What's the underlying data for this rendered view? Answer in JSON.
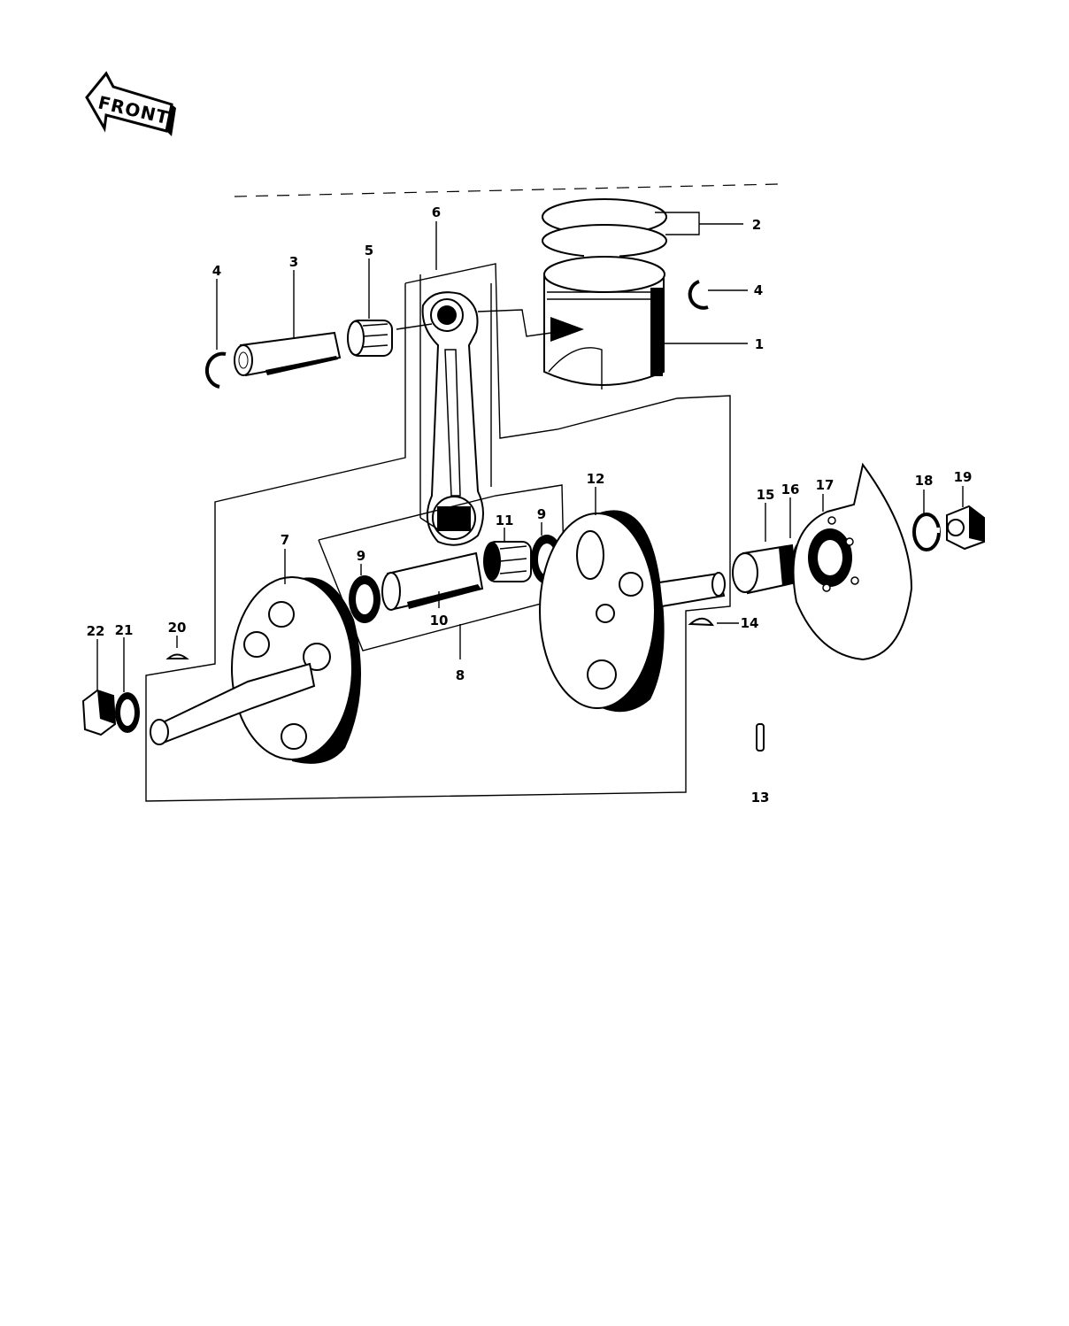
{
  "front_badge": {
    "text": "FRONT"
  },
  "parts": [
    {
      "id": "p1",
      "number": "1",
      "icon": "piston-icon"
    },
    {
      "id": "p2",
      "number": "2",
      "icon": "piston-ring-icon"
    },
    {
      "id": "p3",
      "number": "3",
      "icon": "piston-pin-icon"
    },
    {
      "id": "p4a",
      "number": "4",
      "icon": "snap-ring-icon"
    },
    {
      "id": "p4b",
      "number": "4",
      "icon": "snap-ring-icon"
    },
    {
      "id": "p5",
      "number": "5",
      "icon": "needle-bearing-icon"
    },
    {
      "id": "p6",
      "number": "6",
      "icon": "connecting-rod-icon"
    },
    {
      "id": "p7",
      "number": "7",
      "icon": "crank-flywheel-icon"
    },
    {
      "id": "p8",
      "number": "8",
      "icon": "crankshaft-assembly-icon"
    },
    {
      "id": "p9a",
      "number": "9",
      "icon": "thrust-washer-icon"
    },
    {
      "id": "p9b",
      "number": "9",
      "icon": "thrust-washer-icon"
    },
    {
      "id": "p10",
      "number": "10",
      "icon": "crank-pin-icon"
    },
    {
      "id": "p11",
      "number": "11",
      "icon": "needle-bearing-icon"
    },
    {
      "id": "p12",
      "number": "12",
      "icon": "crank-flywheel-icon"
    },
    {
      "id": "p13",
      "number": "13",
      "icon": "dowel-pin-icon"
    },
    {
      "id": "p14",
      "number": "14",
      "icon": "woodruff-key-icon"
    },
    {
      "id": "p15",
      "number": "15",
      "icon": "collar-icon"
    },
    {
      "id": "p16",
      "number": "16",
      "icon": "o-ring-icon"
    },
    {
      "id": "p17",
      "number": "17",
      "icon": "rotary-valve-icon"
    },
    {
      "id": "p18",
      "number": "18",
      "icon": "lock-washer-icon"
    },
    {
      "id": "p19",
      "number": "19",
      "icon": "nut-icon"
    },
    {
      "id": "p20",
      "number": "20",
      "icon": "woodruff-key-icon"
    },
    {
      "id": "p21",
      "number": "21",
      "icon": "washer-icon"
    },
    {
      "id": "p22",
      "number": "22",
      "icon": "nut-icon"
    }
  ]
}
